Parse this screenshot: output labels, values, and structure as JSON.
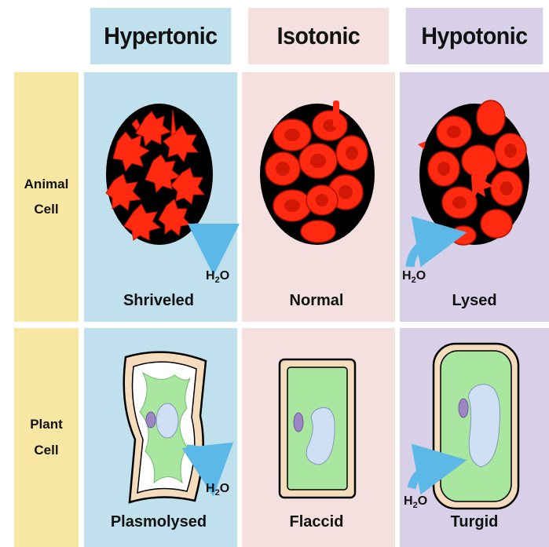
{
  "columns": [
    {
      "label": "Hypertonic",
      "color": "#bfe0ec"
    },
    {
      "label": "Isotonic",
      "color": "#f3e0df"
    },
    {
      "label": "Hypotonic",
      "color": "#d7d0e6"
    }
  ],
  "rows": [
    {
      "label_line1": "Animal",
      "label_line2": "Cell"
    },
    {
      "label_line1": "Plant",
      "label_line2": "Cell"
    }
  ],
  "animal_states": [
    "Shriveled",
    "Normal",
    "Lysed"
  ],
  "plant_states": [
    "Plasmolysed",
    "Flaccid",
    "Turgid"
  ],
  "water": {
    "h": "H",
    "sub": "2",
    "o": "O"
  },
  "colors": {
    "row_label_bg": "#f8e7a3",
    "blood_red": "#ff2a10",
    "cell_wall": "#f5dcbc",
    "cytoplasm": "#a9e6a0",
    "vacuole": "#cfe0f4",
    "nucleus": "#9c86c4",
    "arrow": "#5cb8e6"
  }
}
